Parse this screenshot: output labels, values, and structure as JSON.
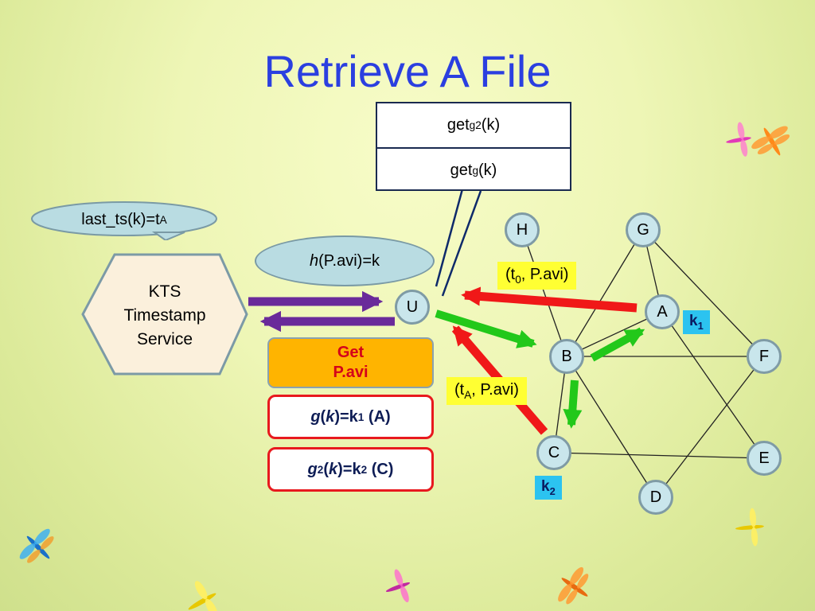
{
  "title": "Retrieve A File",
  "commands": {
    "row1": {
      "pre": "get",
      "sub": "g2",
      "post": "(k)"
    },
    "row2": {
      "pre": "get",
      "sub": "g",
      "post": "(k)"
    }
  },
  "bubbles": {
    "last_ts": {
      "pre": "last_ts(k)=t",
      "sub": "A"
    },
    "hash": {
      "italic": "h",
      "rest": "(P.avi)=k"
    }
  },
  "kts": {
    "line1": "KTS",
    "line2": "Timestamp",
    "line3": "Service"
  },
  "get_box": {
    "line1": "Get",
    "line2": "P.avi"
  },
  "mapping1": {
    "g": "g",
    "open": "(",
    "k": "k",
    "close": ")=k",
    "sub": "1",
    "tail": " (A)"
  },
  "mapping2": {
    "g": "g",
    "gsub": "2",
    "open": "(",
    "k": "k",
    "close": ")=k",
    "sub": "2",
    "tail": " (C)"
  },
  "nodes": {
    "U": "U",
    "H": "H",
    "G": "G",
    "A": "A",
    "B": "B",
    "F": "F",
    "C": "C",
    "E": "E",
    "D": "D"
  },
  "labels": {
    "t0": {
      "pre": "(t",
      "sub": "0",
      "post": ", P.avi)"
    },
    "tA": {
      "pre": "(t",
      "sub": "A",
      "post": ", P.avi)"
    },
    "k1": {
      "pre": "k",
      "sub": "1"
    },
    "k2": {
      "pre": "k",
      "sub": "2"
    }
  },
  "colors": {
    "title": "#2b3fe0",
    "purple_arrow": "#6a2a9a",
    "red_arrow": "#f01818",
    "green_arrow": "#22c81a",
    "node_fill": "#c9e6ec",
    "label_yellow": "#ffff33",
    "label_blue": "#2cc3f0",
    "get_box": "#ffb400"
  },
  "decorations": [
    "dragonfly-icon"
  ]
}
